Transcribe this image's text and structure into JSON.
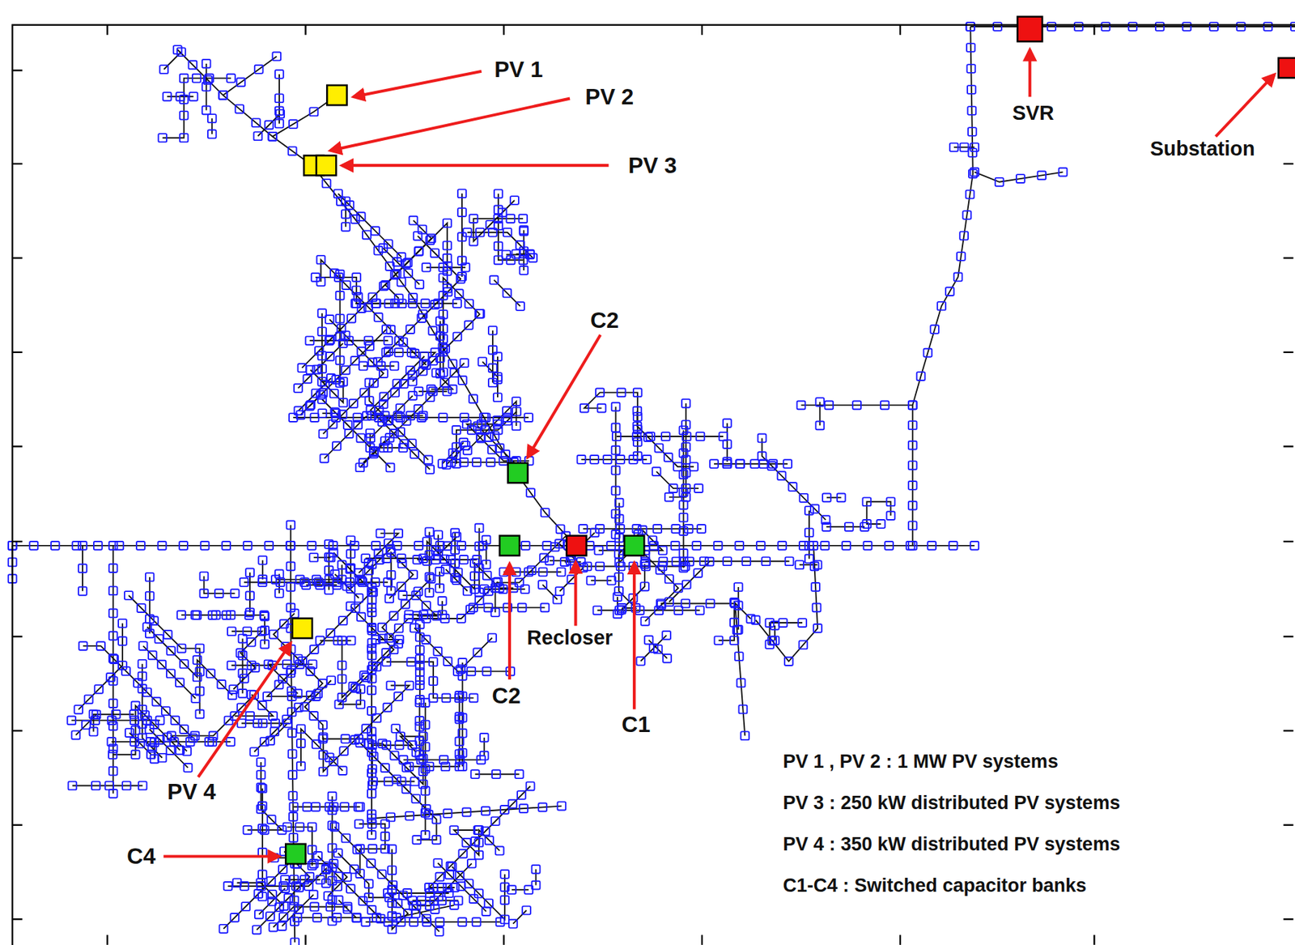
{
  "diagram": {
    "labels": [
      "PV 1",
      "PV 2",
      "PV 3",
      "SVR",
      "Substation",
      "C2",
      "C2",
      "Recloser",
      "C1",
      "PV 4",
      "C4",
      "PV 1 , PV 2 : 1 MW PV systems",
      "PV 3 : 250 kW distributed PV systems",
      "PV 4 : 350 kW distributed PV systems",
      "C1-C4 : Switched capacitor banks"
    ]
  }
}
